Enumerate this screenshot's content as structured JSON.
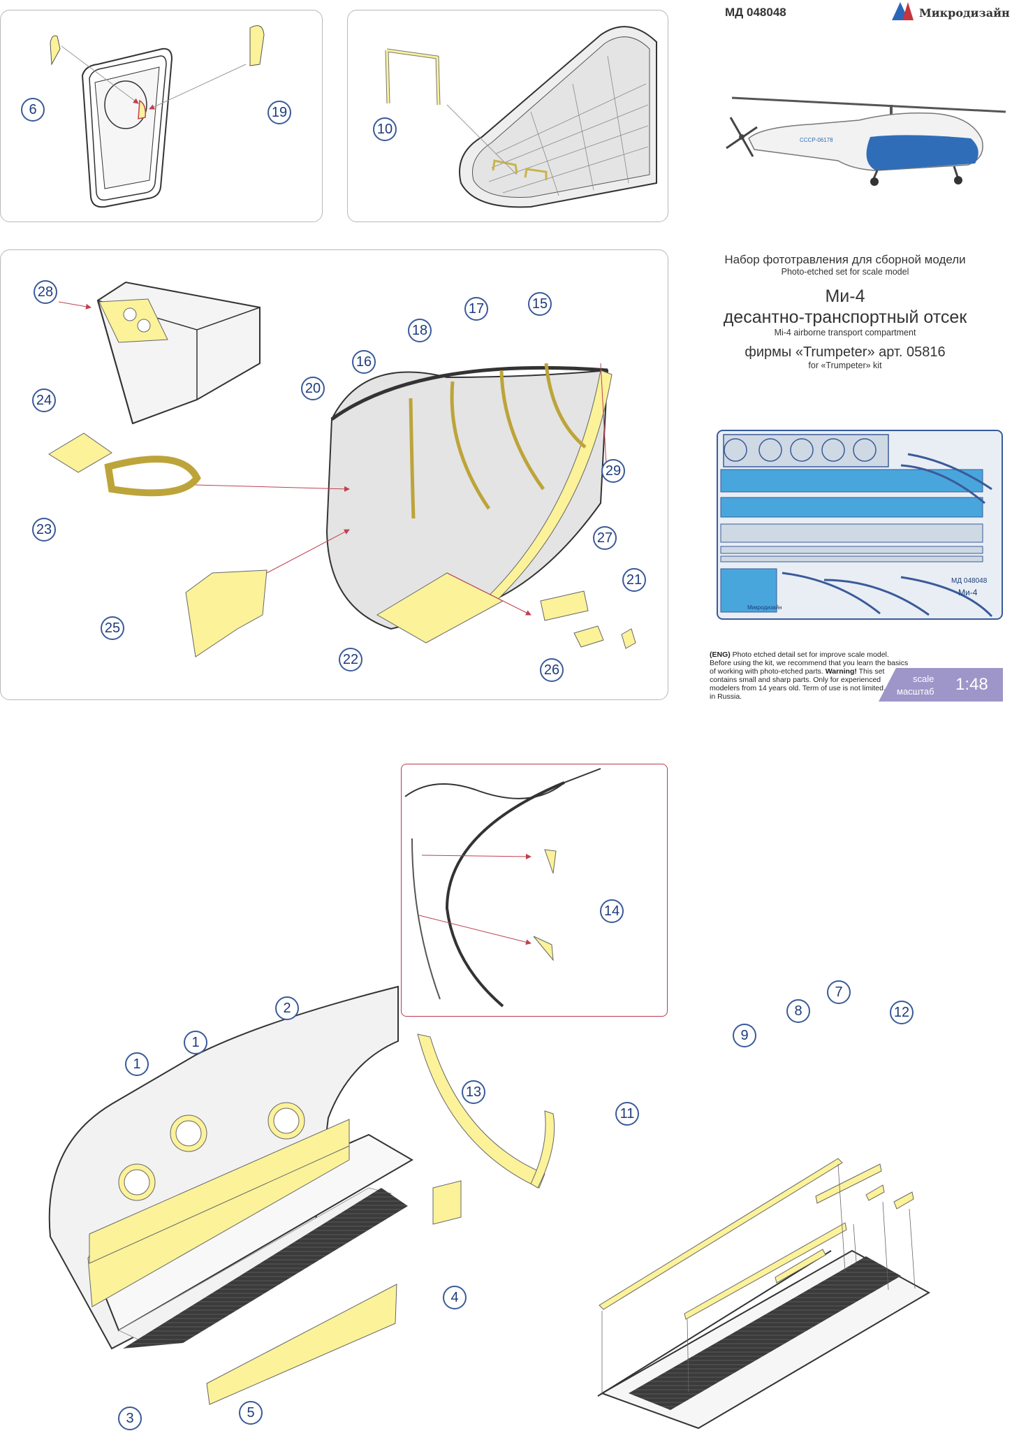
{
  "header": {
    "code": "МД 048048",
    "brand": "Микродизайн"
  },
  "title": {
    "ru_line1": "Набор фототравления для сборной модели",
    "en_line1": "Photo-etched set for scale model",
    "ru_model": "Ми-4",
    "ru_compartment": "десантно-транспортный отсек",
    "en_compartment": "Mi-4 airborne transport compartment",
    "ru_company": "фирмы «Trumpeter» арт. 05816",
    "en_company": "for «Trumpeter» kit"
  },
  "helicopter_reg": "СССР-06178",
  "fret": {
    "code": "МД 048048",
    "model": "Ми-4",
    "brand": "Микродизайн"
  },
  "warning": {
    "lead": "(ENG)",
    "text1": " Photo etched detail set for improve scale model. Before using the kit, we recommend that you learn the basics of working with photo-etched parts.",
    "label": "Warning!",
    "text2": " This set contains small and sharp parts. Only for experienced modelers from 14 years old. Term of use is not limited. Made in Russia."
  },
  "scale": {
    "en": "scale",
    "ru": "масштаб",
    "value": "1:48"
  },
  "callouts": [
    "6",
    "19",
    "10",
    "28",
    "18",
    "17",
    "15",
    "16",
    "20",
    "24",
    "29",
    "23",
    "27",
    "21",
    "25",
    "22",
    "26",
    "14",
    "2",
    "1",
    "1",
    "13",
    "7",
    "8",
    "9",
    "12",
    "11",
    "4",
    "3",
    "5"
  ],
  "colors": {
    "etch_yellow": "#fbf29a",
    "callout_blue": "#1c3b7a",
    "fret_blue": "#49a6dc",
    "scale_purple": "#9e96c8",
    "arrow_red": "#c0404f"
  }
}
